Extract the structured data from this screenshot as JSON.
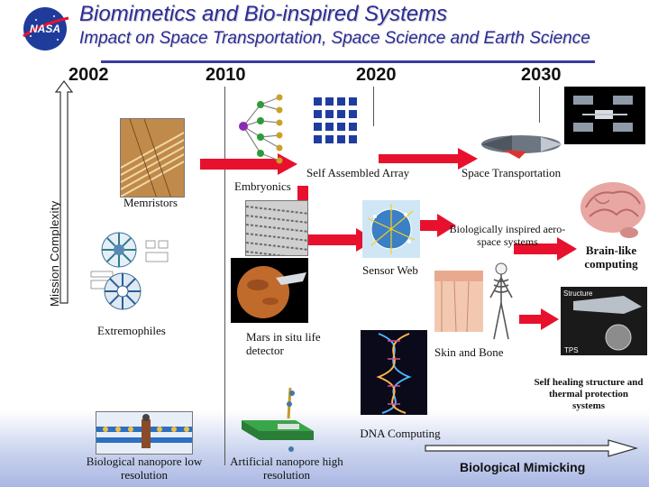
{
  "title": "Biomimetics and Bio-inspired Systems",
  "subtitle": "Impact on Space Transportation, Space Science and Earth Science",
  "years": [
    "2002",
    "2010",
    "2020",
    "2030"
  ],
  "y_axis_label": "Mission Complexity",
  "x_axis_label": "Biological Mimicking",
  "nodes": {
    "memristors": "Memristors",
    "embryonics": "Embryonics",
    "self_assembled_array": "Self Assembled Array",
    "space_transportation": "Space Transportation",
    "bio_aero": "Biologically inspired aero-space systems",
    "brain_like": "Brain-like computing",
    "sensor_web": "Sensor Web",
    "extremophiles": "Extremophiles",
    "mars": "Mars in situ life detector",
    "skin_bone": "Skin and Bone",
    "self_healing": "Self healing structure and thermal protection systems",
    "dna": "DNA Computing",
    "bio_nanopore": "Biological nanopore low resolution",
    "art_nanopore": "Artificial nanopore high resolution"
  },
  "image_labels": {
    "structure": "Structure",
    "tps": "TPS"
  },
  "colors": {
    "title": "#2b2b9a",
    "arrow_red": "#e8112d",
    "band": "#aab7e3"
  }
}
